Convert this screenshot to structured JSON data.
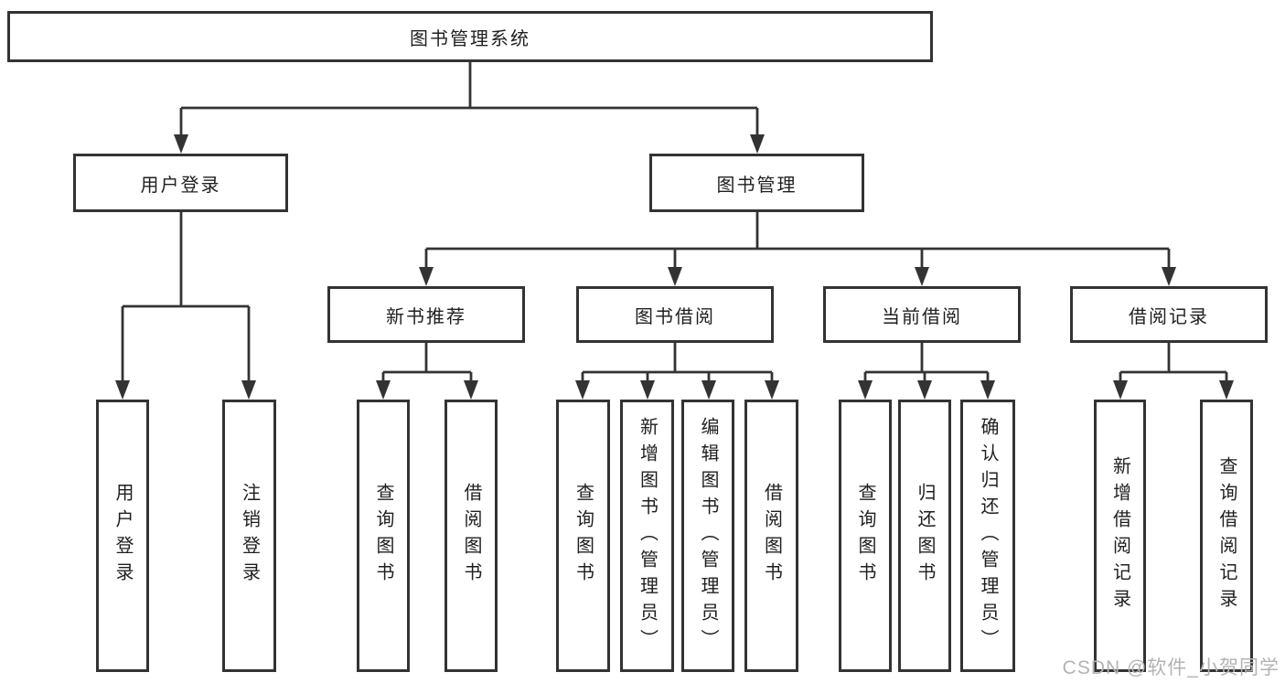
{
  "tree": {
    "label": "图书管理系统",
    "children": [
      {
        "label": "用户登录",
        "children": [
          {
            "label": "用户登录"
          },
          {
            "label": "注销登录"
          }
        ]
      },
      {
        "label": "图书管理",
        "children": [
          {
            "label": "新书推荐",
            "children": [
              {
                "label": "查询图书"
              },
              {
                "label": "借阅图书"
              }
            ]
          },
          {
            "label": "图书借阅",
            "children": [
              {
                "label": "查询图书"
              },
              {
                "label": "新增图书（管理员）"
              },
              {
                "label": "编辑图书（管理员）"
              },
              {
                "label": "借阅图书"
              }
            ]
          },
          {
            "label": "当前借阅",
            "children": [
              {
                "label": "查询图书"
              },
              {
                "label": "归还图书"
              },
              {
                "label": "确认归还（管理员）"
              }
            ]
          },
          {
            "label": "借阅记录",
            "children": [
              {
                "label": "新增借阅记录"
              },
              {
                "label": "查询借阅记录"
              }
            ]
          }
        ]
      }
    ]
  },
  "watermark": {
    "text": "CSDN @软件_小贺同学"
  },
  "colors": {
    "line": "#333333",
    "box_border": "#333333",
    "box_fill": "#ffffff",
    "text": "#1f1f1f",
    "watermark": "#b3b3b3",
    "background": "#ffffff"
  }
}
